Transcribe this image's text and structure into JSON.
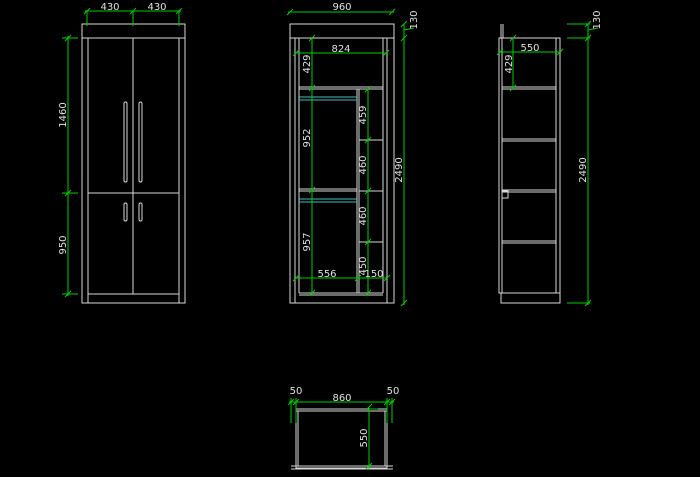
{
  "colors": {
    "background": "#000000",
    "geometry": "#d8d8d8",
    "dimension": "#00d000",
    "rod": "#40c0c0"
  },
  "front_view": {
    "width_left": "430",
    "width_right": "430",
    "height_upper": "1460",
    "height_lower": "950"
  },
  "section_view": {
    "total_width": "960",
    "top_band": "130",
    "total_height": "2490",
    "inner_width": "824",
    "left_heights": [
      "429",
      "952",
      "957"
    ],
    "right_heights": [
      "459",
      "460",
      "460",
      "450"
    ],
    "bottom_left": "556",
    "bottom_right": "150"
  },
  "side_view": {
    "depth": "550",
    "top_height": "429",
    "top_band": "130",
    "total_height": "2490"
  },
  "plan_view": {
    "left_offset": "50",
    "width": "860",
    "right_offset": "50",
    "depth": "550"
  }
}
